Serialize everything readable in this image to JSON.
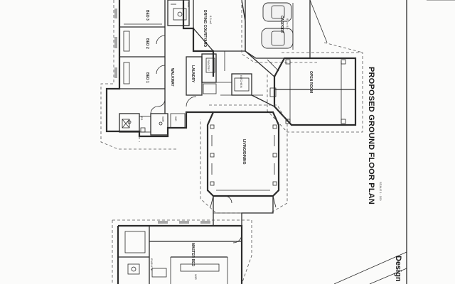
{
  "plan": {
    "title": "PROPOSED GROUND FLOOR PLAN",
    "scale": "SCALE 1 : 100",
    "brand_fragment": "Design",
    "rooms": {
      "bed3": "BED 3",
      "bed2": "BED 2",
      "bed1": "BED 1",
      "shr": "SHR",
      "es": "ES",
      "wir_small": "WIR",
      "wc": "WC",
      "walkway": "WALKWAY",
      "laundry": "LAUNDRY",
      "pantry": "PANTRY",
      "kitchen": "KITCHEN",
      "courtyard": "DRYING COURTYARD",
      "courtyard_area": "6.5 m2",
      "carport": "CARPORT",
      "carport_sub": "6.0 x 6.0",
      "open_room": "OPEN ROOM",
      "living_dining": "LIVING/DINING",
      "master_bed": "MASTER BED",
      "ensuite": "ENSUITE",
      "wir_master": "WIR"
    }
  }
}
